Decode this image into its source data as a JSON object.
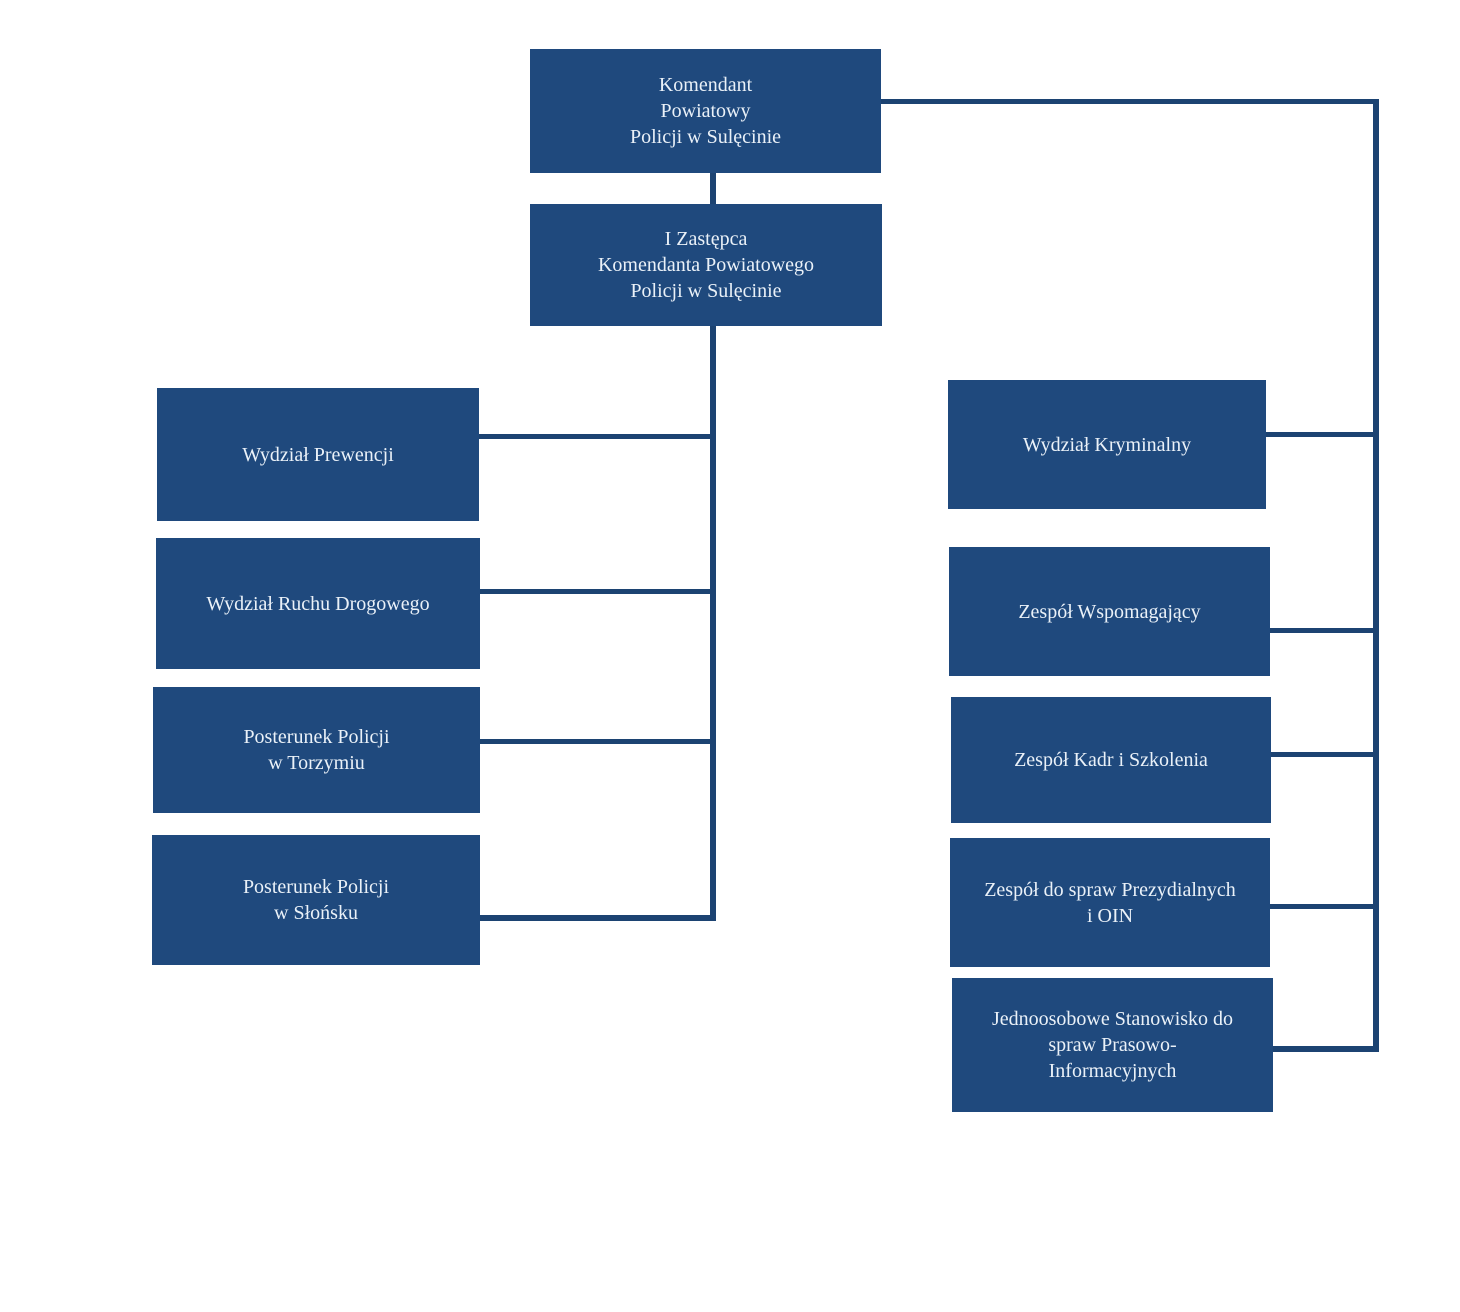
{
  "colors": {
    "box": "#1F497D",
    "line": "#1C4372",
    "text": "#EAF1F8",
    "bg": "#FFFFFF"
  },
  "diagram": {
    "type": "org-chart",
    "nodes": {
      "komendant": {
        "label": "Komendant\nPowiatowy\nPolicji w Sulęcinie"
      },
      "zastepca": {
        "label": "I Zastępca\nKomendanta Powiatowego\nPolicji w Sulęcinie"
      },
      "prewencji": {
        "label": "Wydział Prewencji"
      },
      "ruch": {
        "label": "Wydział Ruchu Drogowego"
      },
      "torzymiu": {
        "label": "Posterunek Policji\nw Torzymiu"
      },
      "slonsk": {
        "label": "Posterunek Policji\nw Słońsku"
      },
      "kryminalny": {
        "label": "Wydział Kryminalny"
      },
      "wspomagajacy": {
        "label": "Zespół Wspomagający"
      },
      "kadr": {
        "label": "Zespół Kadr i Szkolenia"
      },
      "prezydialne": {
        "label": "Zespół do spraw Prezydialnych\ni OIN"
      },
      "prasowe": {
        "label": "Jednoosobowe Stanowisko do\nspraw Prasowo-\nInformacyjnych"
      }
    },
    "edges": [
      {
        "from": "komendant",
        "to": "zastepca"
      },
      {
        "from": "zastepca",
        "to": "prewencji"
      },
      {
        "from": "zastepca",
        "to": "ruch"
      },
      {
        "from": "zastepca",
        "to": "torzymiu"
      },
      {
        "from": "zastepca",
        "to": "slonsk"
      },
      {
        "from": "komendant",
        "to": "kryminalny"
      },
      {
        "from": "komendant",
        "to": "wspomagajacy"
      },
      {
        "from": "komendant",
        "to": "kadr"
      },
      {
        "from": "komendant",
        "to": "prezydialne"
      },
      {
        "from": "komendant",
        "to": "prasowe"
      }
    ]
  }
}
